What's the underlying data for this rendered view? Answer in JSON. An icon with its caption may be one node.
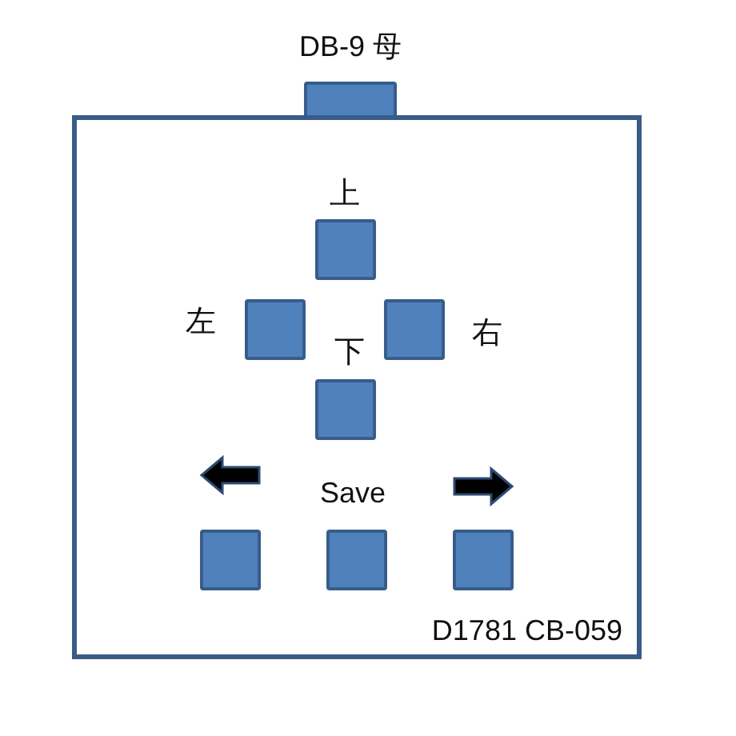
{
  "diagram": {
    "nodes": [
      {
        "text": [
          "D1781 CB-059"
        ]
      },
      {
        "text": [
          "DB-9 母"
        ]
      },
      {
        "text": [],
        "shape": "box",
        "in": 0,
        "beside": [
          "上"
        ]
      },
      {
        "text": [],
        "shape": "box",
        "in": 0,
        "beside": [
          "左"
        ]
      },
      {
        "text": [],
        "shape": "box",
        "in": 0,
        "beside": [
          "右"
        ]
      },
      {
        "text": [],
        "shape": "box",
        "in": 0,
        "beside": [
          "下"
        ]
      },
      {
        "text": [],
        "shape": "box",
        "in": 0
      },
      {
        "text": [],
        "shape": "box",
        "in": 0,
        "beside": [
          "Save"
        ]
      },
      {
        "text": [],
        "shape": "box",
        "in": 0
      }
    ]
  }
}
